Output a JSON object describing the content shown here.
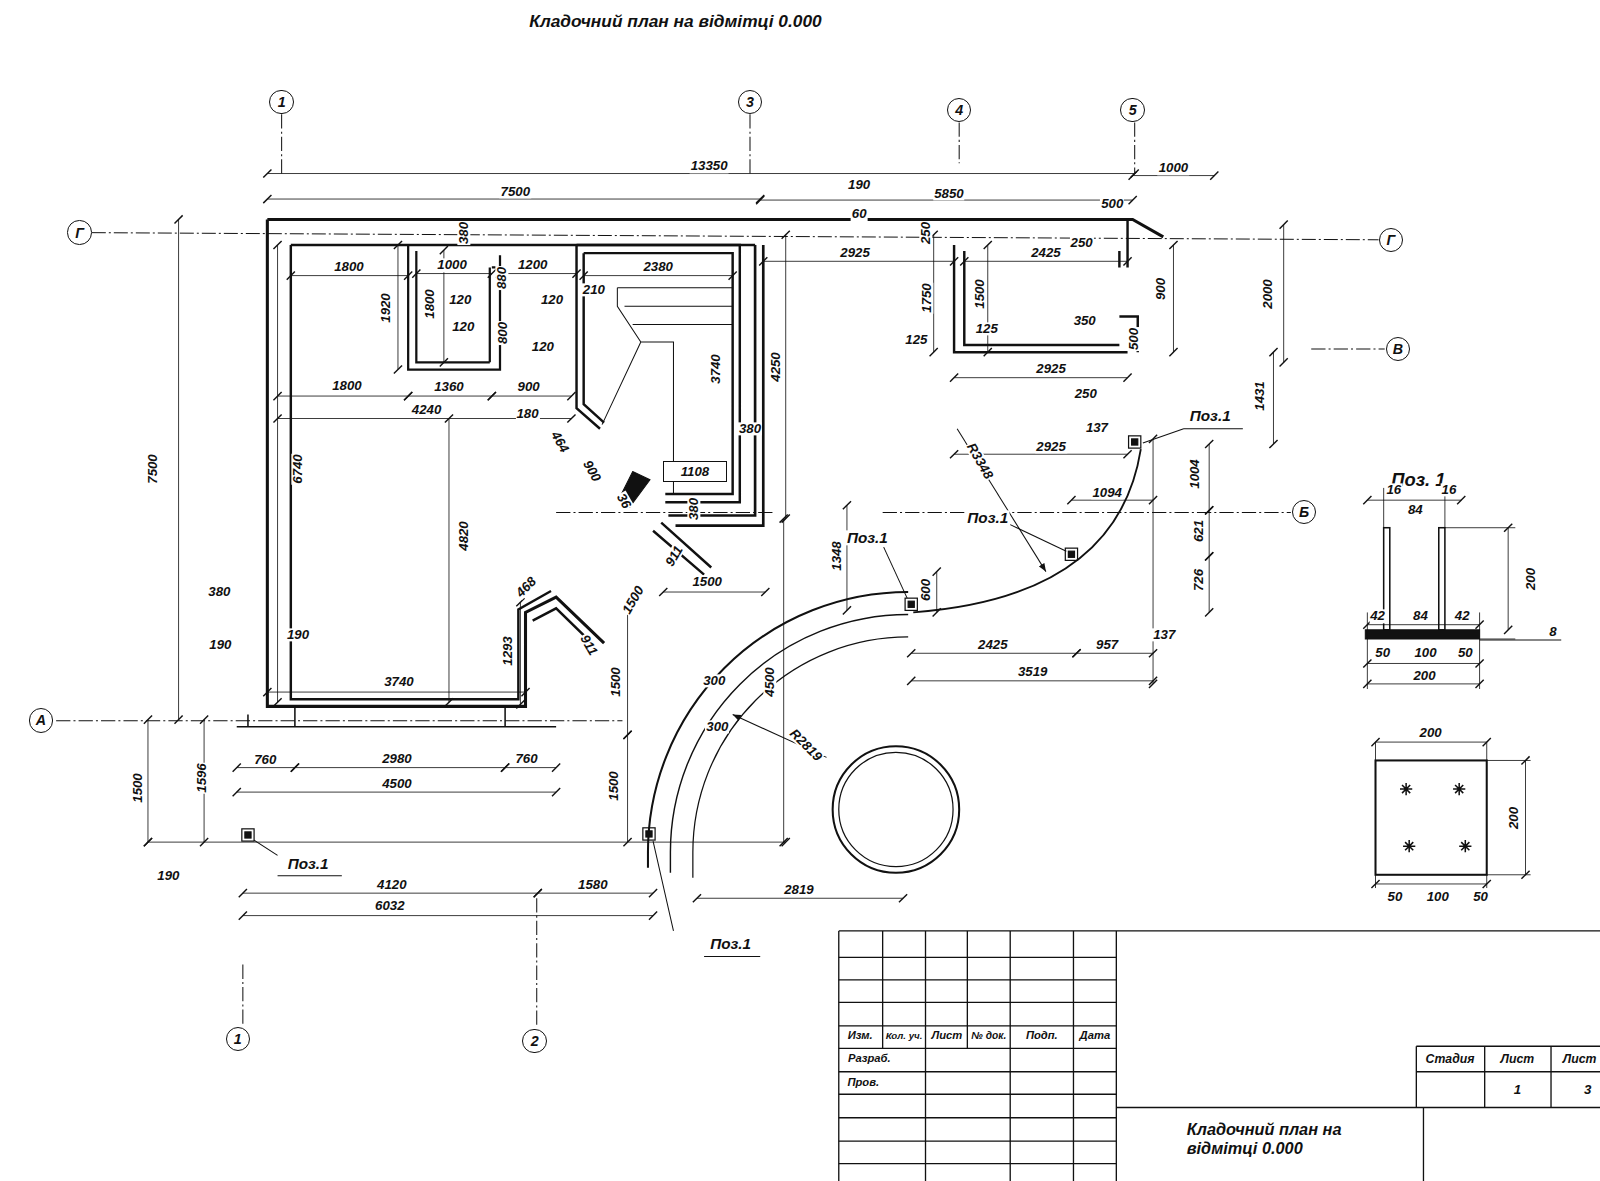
{
  "diagram": {
    "title": "Кладочний план на відмітці 0.000",
    "nodes": [
      {
        "text": [
          "1"
        ]
      },
      {
        "text": [
          "3"
        ]
      },
      {
        "text": [
          "4"
        ]
      },
      {
        "text": [
          "5"
        ]
      },
      {
        "text": [
          "Г"
        ]
      },
      {
        "text": [
          "Г"
        ]
      },
      {
        "text": [
          "В"
        ]
      },
      {
        "text": [
          "1108"
        ]
      },
      {
        "text": [
          "Б"
        ]
      },
      {
        "text": [
          "А"
        ]
      },
      {
        "text": [
          "1"
        ]
      },
      {
        "text": [
          "2"
        ]
      }
    ],
    "edges": [
      {
        "from": 4,
        "to": 5,
        "arrow": "none"
      }
    ],
    "labels": [
      "13350",
      "7500",
      "190",
      "5850",
      "1000",
      "500",
      "60",
      "250",
      "380",
      "1800",
      "1000",
      "1200",
      "2380",
      "2925",
      "2425",
      "250",
      "1920",
      "1800",
      "880",
      "120",
      "120",
      "210",
      "1750",
      "1500",
      "900",
      "2000",
      "120",
      "800",
      "120",
      "125",
      "125",
      "350",
      "500",
      "3740",
      "4250",
      "1800",
      "1360",
      "900",
      "2925",
      "250",
      "1431",
      "4240",
      "180",
      "380",
      "137",
      "Поз.1",
      "R3348",
      "2925",
      "464",
      "900",
      "1004",
      "1094",
      "6740",
      "4820",
      "36",
      "380",
      "Поз.1",
      "621",
      "Поз.1",
      "1348",
      "911",
      "600",
      "1500",
      "726",
      "468",
      "1500",
      "380",
      "911",
      "190",
      "190",
      "2425",
      "957",
      "137",
      "1293",
      "1500",
      "300",
      "3519",
      "3740",
      "4500",
      "300",
      "R2819",
      "1596",
      "1500",
      "760",
      "2980",
      "760",
      "4500",
      "1500",
      "Поз.1",
      "190",
      "4120",
      "1580",
      "6032",
      "2819",
      "Поз.1",
      "7500",
      "Поз. 1",
      "16",
      "84",
      "16",
      "200",
      "42",
      "84",
      "42",
      "8",
      "50",
      "100",
      "50",
      "200",
      "200",
      "200",
      "50",
      "100",
      "50",
      "Изм.",
      "Кол. уч.",
      "Лист",
      "№ док.",
      "Подп.",
      "Дата",
      "Разраб.",
      "Пров.",
      "Стадия",
      "Лист",
      "Лист",
      "1",
      "3",
      "Кладочний план на відмітці 0.000"
    ]
  }
}
